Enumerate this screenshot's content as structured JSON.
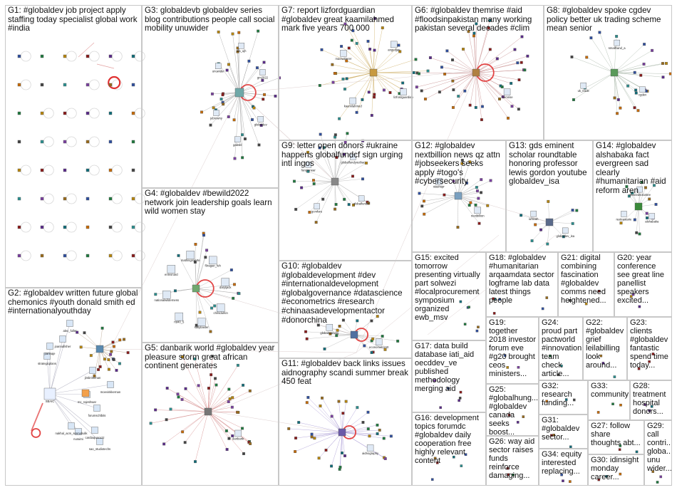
{
  "groups": [
    {
      "id": "G1",
      "label": "G1: #globaldev job project apply staffing today specialist global work #india"
    },
    {
      "id": "G2",
      "label": "G2: #globaldev written future global chemonics #youth donald smith ed #internationalyouthday"
    },
    {
      "id": "G3",
      "label": "G3: globaldevb globaldev series blog contributions people call social mobility unuwider"
    },
    {
      "id": "G4",
      "label": "G4: #globaldev #bewild2022 network join leadership goals learn wild women stay"
    },
    {
      "id": "G5",
      "label": "G5: danbarik world #globaldev year pleasure storm great african continent generates"
    },
    {
      "id": "G6",
      "label": "G6: #globaldev themrise #aid #floodsinpakistan many working pakistan several decades #clim"
    },
    {
      "id": "G7",
      "label": "G7: report lizfordguardian #globaldev great kaamilahmed mark five years 700 000"
    },
    {
      "id": "G8",
      "label": "G8: #globaldev spoke cgdev policy better uk trading scheme mean senior"
    },
    {
      "id": "G9",
      "label": "G9: letter open donors #ukraine happens globalfundcf sign urging intl ingos"
    },
    {
      "id": "G10",
      "label": "G10: #globaldev #globaldevelopment #dev #internationaldevelopment #globalgovernance #datascience #econometrics #research #chinaasadevelopmentactor #donorchina"
    },
    {
      "id": "G11",
      "label": "G11: #globaldev back links issues aidnography scandi summer break 450 feat"
    },
    {
      "id": "G12",
      "label": "G12: #globaldev nextbillion news qz attn #jobseekers seeks apply #togo's #cybersecurity"
    },
    {
      "id": "G13",
      "label": "G13: gds eminent scholar roundtable honoring professor lewis gordon youtube globaldev_isa"
    },
    {
      "id": "G14",
      "label": "G14: #globaldev alshabaka fact evergreen sad clearly #humanitarian #aid reform aren"
    },
    {
      "id": "G15",
      "label": "G15: excited tomorrow presenting virtually part solwezi #localprocurement symposium organized ewb_msv"
    },
    {
      "id": "G16",
      "label": "G16: development topics forumdc #globaldev daily cooperation free highly relevant content"
    },
    {
      "id": "G17",
      "label": "G17: data build database iati_aid oecddev_ve published methodology merging aid"
    },
    {
      "id": "G18",
      "label": "G18: #globaldev #humanitarian arqaamdata sector logframe lab data latest things people"
    },
    {
      "id": "G19",
      "label": "G19: together 2018 investor forum eve #g20 brought ceos ministers..."
    },
    {
      "id": "G20",
      "label": "G20: year conference see great line panellist speakers excited..."
    },
    {
      "id": "G21",
      "label": "G21: digital combining fascination #globaldev comms need heightened..."
    },
    {
      "id": "G22",
      "label": "G22: #globaldev grief leilabilling look around..."
    },
    {
      "id": "G23",
      "label": "G23: clients #globaldev fantastic spend time today..."
    },
    {
      "id": "G24",
      "label": "G24: proud part pactworld #innovation team check article..."
    },
    {
      "id": "G25",
      "label": "G25: #globalhung... #globaldev canada seeks boost..."
    },
    {
      "id": "G26",
      "label": "G26: way aid sector raises funds reinforce damaging..."
    },
    {
      "id": "G27",
      "label": "G27: follow share thoughts abt..."
    },
    {
      "id": "G28",
      "label": "G28: treatment hospital donors..."
    },
    {
      "id": "G29",
      "label": "G29: call contri... globa... unu wider..."
    },
    {
      "id": "G30",
      "label": "G30: idinsight monday career..."
    },
    {
      "id": "G31",
      "label": "G31: #globaldev sector..."
    },
    {
      "id": "G32",
      "label": "G32: research funding..."
    },
    {
      "id": "G33",
      "label": "G33: community"
    },
    {
      "id": "G34",
      "label": "G34: equity interested replacing..."
    }
  ],
  "nodes": {
    "G2": [
      "alex_fuller",
      "joannafisher",
      "pannaje",
      "SBAIC",
      "strategicplans",
      "mc_rajeshwar",
      "jimbrinkman",
      "forumschlbits",
      "moevinkkernan",
      "nakhal_acm_sonnahulik",
      "nuraimi",
      "cardiaquacuzz",
      "sao_studiotechs"
    ],
    "G3": [
      "globaldev",
      "gabsbl",
      "jebrowny",
      "unuwider",
      "ala_ujh",
      "gm2022"
    ],
    "G4": [
      "chrisdurkin",
      "sallybaxter",
      "rtd40_5",
      "nationalwilderness",
      "enleonard",
      "mathingrolerte",
      "f0ragan_feh",
      "daryljack"
    ],
    "G5": [
      "danbarik"
    ],
    "G6": [
      "themrise"
    ],
    "G7": [
      "lizfordguardian",
      "kaamilahmed",
      "mactwitterer",
      "angedjay"
    ],
    "G8": [
      "cgdev",
      "uk_trade",
      "smallhand_a"
    ],
    "G9": [
      "globalfundcf",
      "gcmfore",
      "fanginnear",
      "globalfundyouthac"
    ],
    "G10": [
      "econometrics0",
      "globalsonhirpj"
    ],
    "G11": [
      "aidnography"
    ],
    "G12": [
      "nextbillion",
      "stashspr"
    ],
    "G13": [
      "globaldev_isa",
      "iuhleah"
    ],
    "G14": [
      "alshabaka",
      "realeastarie",
      "ghaziedvoluntee"
    ]
  }
}
